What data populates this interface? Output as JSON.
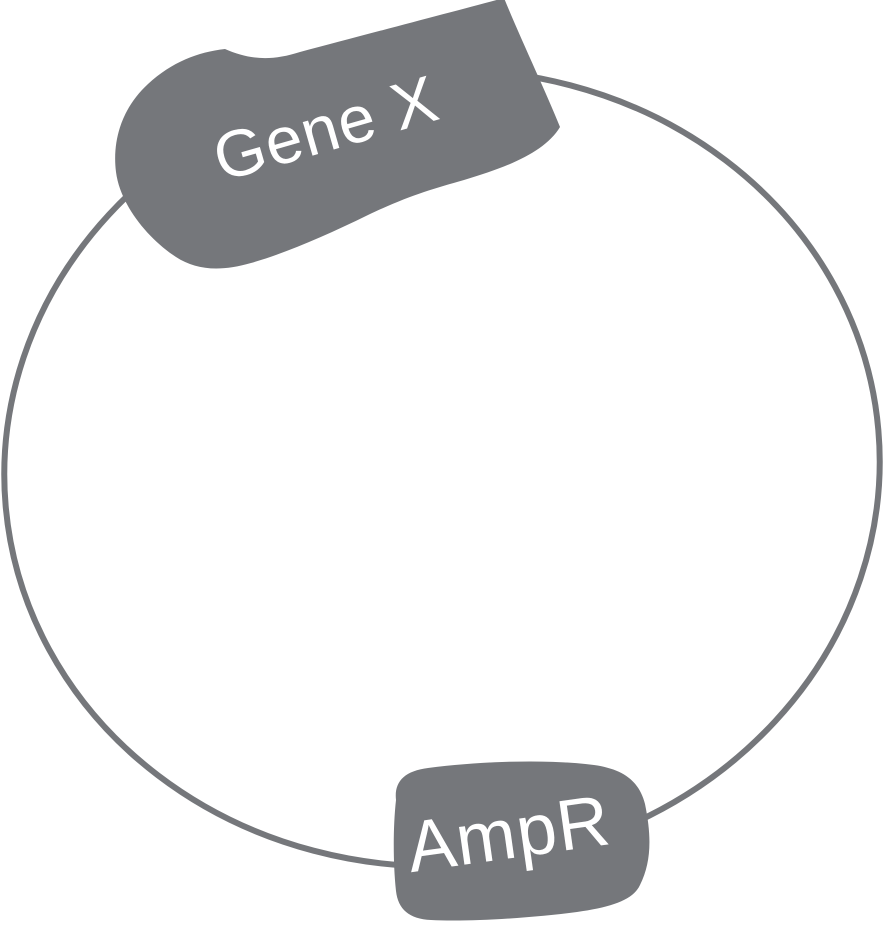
{
  "figure": {
    "type": "plasmid-map",
    "labels": {
      "gene": "Gene X",
      "marker": "AmpR"
    },
    "colors": {
      "feature_fill": "#75777B",
      "backbone_stroke": "#75777B",
      "label_text": "#FFFFFF",
      "background": "#FFFFFF"
    }
  }
}
